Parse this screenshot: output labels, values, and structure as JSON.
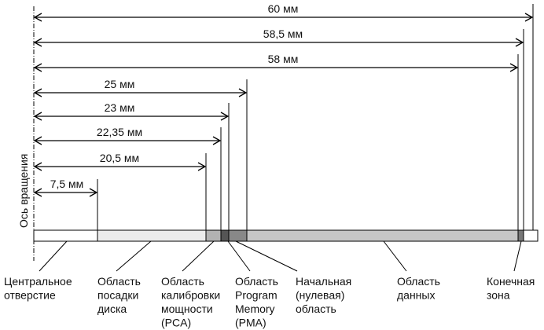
{
  "axis_label": "Ось вращения",
  "dimensions": [
    {
      "label": "60 мм",
      "mm": 60
    },
    {
      "label": "58,5 мм",
      "mm": 58.5
    },
    {
      "label": "58 мм",
      "mm": 58
    },
    {
      "label": "25 мм",
      "mm": 25
    },
    {
      "label": "23 мм",
      "mm": 23
    },
    {
      "label": "22,35 мм",
      "mm": 22.35
    },
    {
      "label": "20,5 мм",
      "mm": 20.5
    },
    {
      "label": "7,5 мм",
      "mm": 7.5
    }
  ],
  "zones": [
    {
      "name": "central-hole",
      "from": 0,
      "to": 7.5,
      "color": "#ffffff"
    },
    {
      "name": "clamping-area",
      "from": 7.5,
      "to": 20.5,
      "color": "#ececec"
    },
    {
      "name": "pca",
      "from": 20.5,
      "to": 22.35,
      "color": "#b2b2b2"
    },
    {
      "name": "pma",
      "from": 22.35,
      "to": 23,
      "color": "#555555"
    },
    {
      "name": "lead-in",
      "from": 23,
      "to": 25,
      "color": "#888888"
    },
    {
      "name": "data-area",
      "from": 25,
      "to": 58,
      "color": "#c6c6c6"
    },
    {
      "name": "lead-out",
      "from": 58,
      "to": 58.5,
      "color": "#777777"
    },
    {
      "name": "outer-edge",
      "from": 58.5,
      "to": 60,
      "color": "#ffffff"
    }
  ],
  "callouts": [
    {
      "lines": [
        "Центральное",
        "отверстие"
      ]
    },
    {
      "lines": [
        "Область",
        "посадки",
        "диска"
      ]
    },
    {
      "lines": [
        "Область",
        "калибровки",
        "мощности",
        "(PCA)"
      ]
    },
    {
      "lines": [
        "Область",
        "Program",
        "Memory",
        "(PMA)"
      ]
    },
    {
      "lines": [
        "Начальная",
        "(нулевая)",
        "область"
      ]
    },
    {
      "lines": [
        "Область",
        "данных"
      ]
    },
    {
      "lines": [
        "Конечная",
        "зона"
      ]
    }
  ]
}
